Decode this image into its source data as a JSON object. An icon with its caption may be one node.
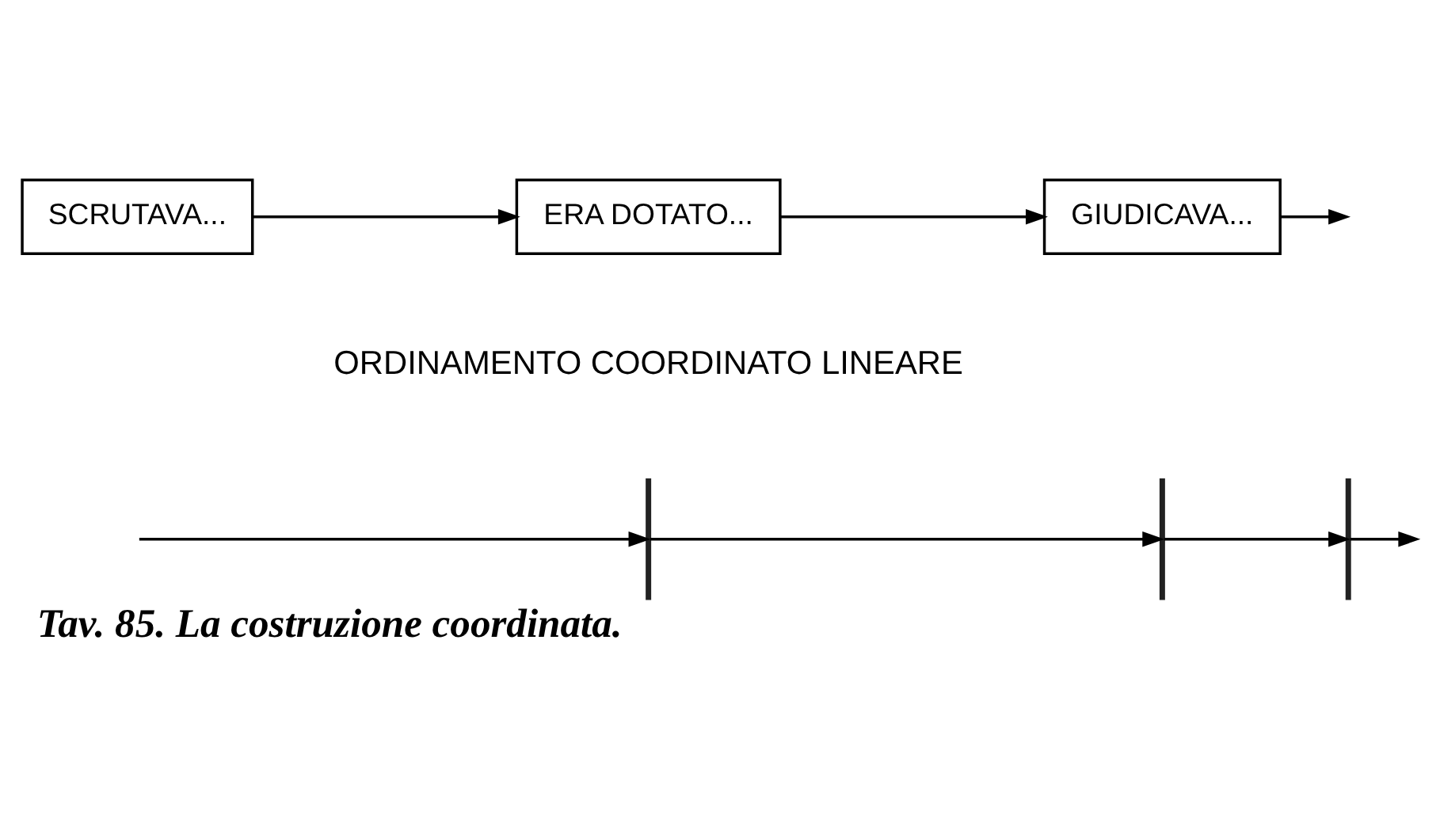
{
  "diagram": {
    "caption": "Tav. 85. La costruzione coordinata.",
    "nodes": [
      {
        "text": [],
        "shape": "bar"
      },
      {
        "text": [],
        "shape": "bar"
      },
      {
        "text": [],
        "shape": "bar"
      },
      {
        "text": [
          "SCRUTAVA..."
        ]
      },
      {
        "text": [
          "ERA DOTATO..."
        ]
      },
      {
        "text": [
          "GIUDICAVA..."
        ]
      }
    ],
    "edges": [
      {
        "from": null,
        "to": 0,
        "arrow": "to"
      },
      {
        "from": 0,
        "to": 1,
        "arrow": "to"
      },
      {
        "from": 1,
        "to": 2,
        "arrow": "to"
      },
      {
        "from": 2,
        "to": null,
        "arrow": "to"
      },
      {
        "from": 3,
        "to": 4,
        "arrow": "to"
      },
      {
        "from": 4,
        "to": 5,
        "arrow": "to"
      },
      {
        "from": 5,
        "to": null,
        "arrow": "to"
      }
    ],
    "labels": [
      "ORDINAMENTO COORDINATO LINEARE"
    ]
  }
}
